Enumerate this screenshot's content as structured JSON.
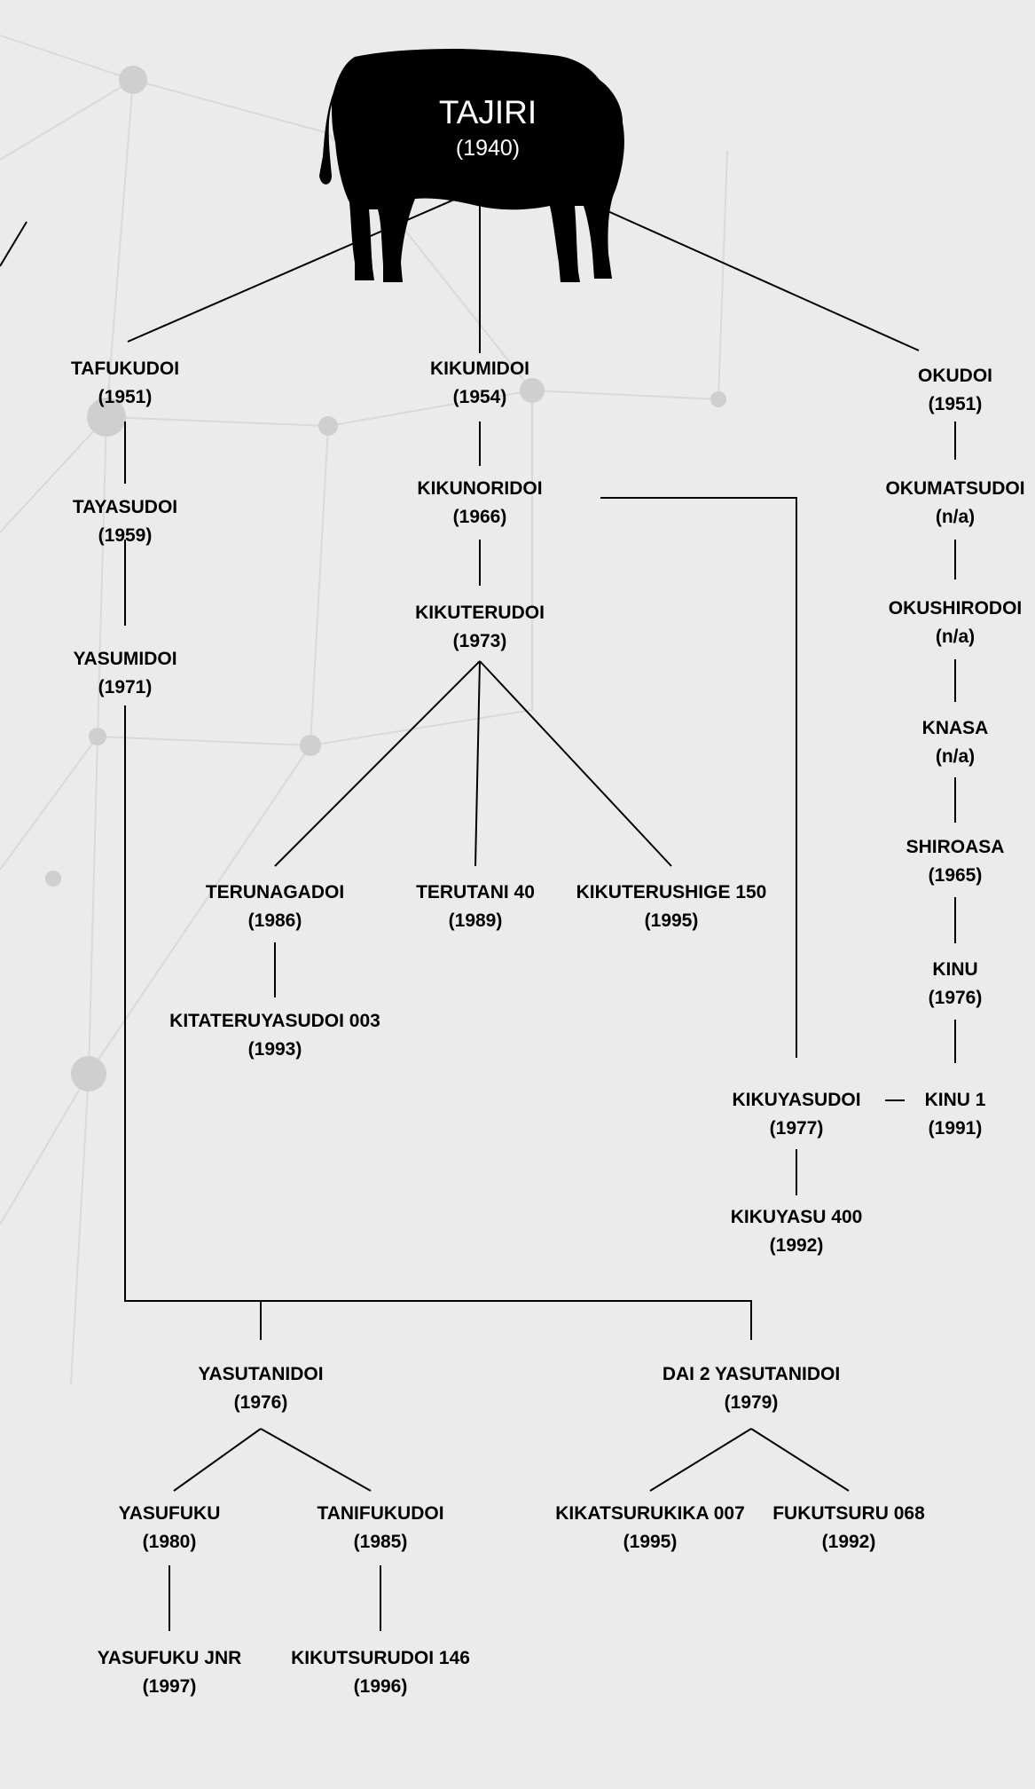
{
  "root": {
    "name": "TAJIRI",
    "year": "(1940)",
    "icon": "bull-silhouette-icon"
  },
  "nodes": {
    "tafukudoi": {
      "name": "TAFUKUDOI",
      "year": "(1951)"
    },
    "tayasudoi": {
      "name": "TAYASUDOI",
      "year": "(1959)"
    },
    "yasumidoi": {
      "name": "YASUMIDOI",
      "year": "(1971)"
    },
    "kikumidoi": {
      "name": "KIKUMIDOI",
      "year": "(1954)"
    },
    "kikunoridoi": {
      "name": "KIKUNORIDOI",
      "year": "(1966)"
    },
    "kikuterudoi": {
      "name": "KIKUTERUDOI",
      "year": "(1973)"
    },
    "terunagadoi": {
      "name": "TERUNAGADOI",
      "year": "(1986)"
    },
    "terutani40": {
      "name": "TERUTANI 40",
      "year": "(1989)"
    },
    "kikuterushige150": {
      "name": "KIKUTERUSHIGE 150",
      "year": "(1995)"
    },
    "kitateruyasudoi003": {
      "name": "KITATERUYASUDOI 003",
      "year": "(1993)"
    },
    "okudoi": {
      "name": "OKUDOI",
      "year": "(1951)"
    },
    "okumatsudoi": {
      "name": "OKUMATSUDOI",
      "year": "(n/a)"
    },
    "okushirodoi": {
      "name": "OKUSHIRODOI",
      "year": "(n/a)"
    },
    "knasa": {
      "name": "KNASA",
      "year": "(n/a)"
    },
    "shiroasa": {
      "name": "SHIROASA",
      "year": "(1965)"
    },
    "kinu": {
      "name": "KINU",
      "year": "(1976)"
    },
    "kinu1": {
      "name": "KINU 1",
      "year": "(1991)"
    },
    "kikuyasudoi": {
      "name": "KIKUYASUDOI",
      "year": "(1977)"
    },
    "kikuyasu400": {
      "name": "KIKUYASU 400",
      "year": "(1992)"
    },
    "yasutanidoi": {
      "name": "YASUTANIDOI",
      "year": "(1976)"
    },
    "dai2yasutanidoi": {
      "name": "DAI 2 YASUTANIDOI",
      "year": "(1979)"
    },
    "yasufuku": {
      "name": "YASUFUKU",
      "year": "(1980)"
    },
    "tanifukudoi": {
      "name": "TANIFUKUDOI",
      "year": "(1985)"
    },
    "kikatsurukika007": {
      "name": "KIKATSURUKIKA 007",
      "year": "(1995)"
    },
    "fukutsuru068": {
      "name": "FUKUTSURU 068",
      "year": "(1992)"
    },
    "yasufukujnr": {
      "name": "YASUFUKU JNR",
      "year": "(1997)"
    },
    "kikutsurudoi146": {
      "name": "KIKUTSURUDOI 146",
      "year": "(1996)"
    }
  },
  "colors": {
    "background": "#ebebeb",
    "line": "#000000",
    "silhouette": "#000000",
    "root_text": "#ffffff"
  }
}
